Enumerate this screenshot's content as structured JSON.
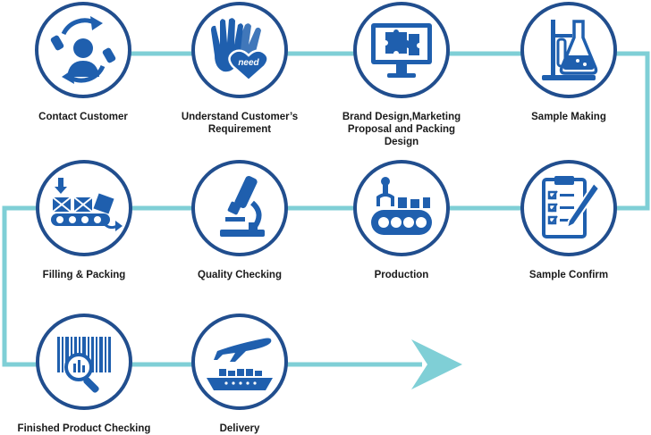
{
  "colors": {
    "line": "#7fcfd6",
    "circle": "#214e8e",
    "icon": "#1f5fae",
    "text": "#1a1a1a"
  },
  "steps": [
    {
      "label": "Contact Customer",
      "icon": "phone-agent-icon"
    },
    {
      "label": "Understand Customer’s\nRequirement",
      "icon": "hands-heart-need-icon",
      "icon_text": "need"
    },
    {
      "label": "Brand Design,Marketing\nProposal and Packing Design",
      "icon": "monitor-puzzle-icon"
    },
    {
      "label": "Sample Making",
      "icon": "lab-flask-icon"
    },
    {
      "label": "Filling & Packing",
      "icon": "conveyor-boxes-icon"
    },
    {
      "label": "Quality Checking",
      "icon": "microscope-icon"
    },
    {
      "label": "Production",
      "icon": "robot-conveyor-icon"
    },
    {
      "label": "Sample Confirm",
      "icon": "clipboard-checklist-icon"
    },
    {
      "label": "Finished Product Checking",
      "icon": "barcode-magnifier-icon"
    },
    {
      "label": "Delivery",
      "icon": "plane-ship-icon"
    }
  ]
}
